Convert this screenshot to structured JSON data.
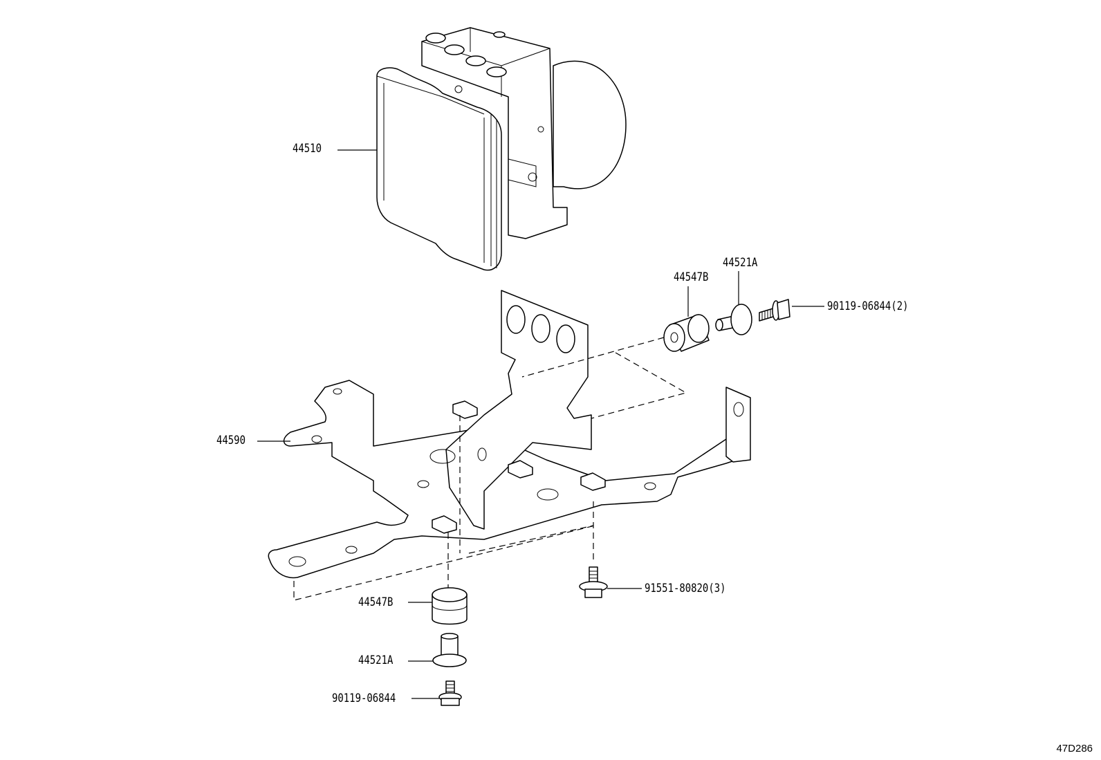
{
  "callouts": {
    "abs_actuator": "44510",
    "cushion_upper": "44547B",
    "collar_upper": "44521A",
    "bolt_upper": "90119-06844(2)",
    "bracket": "44590",
    "cushion_lower": "44547B",
    "collar_lower": "44521A",
    "bolt_lower": "90119-06844",
    "bolt_bracket": "91551-80820(3)"
  },
  "diagram_id": "47D286"
}
